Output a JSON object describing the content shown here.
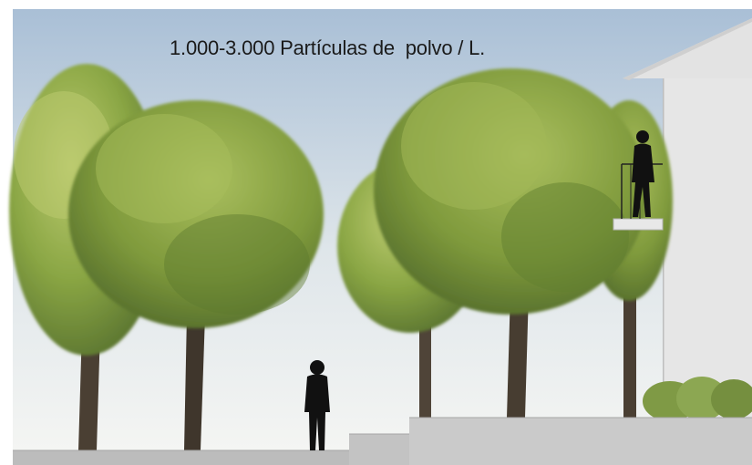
{
  "scene": {
    "caption": "1.000-3.000 Partículas de  polvo / L.",
    "colors": {
      "sky_top": "#a9bfd6",
      "sky_bottom": "#f4f5f3",
      "foliage_dark": "#5f7a2e",
      "foliage_mid": "#8aa644",
      "foliage_light": "#b8c96b",
      "trunk": "#4a3f33",
      "ground": "#bcbcbc",
      "building": "#e3e3e3",
      "silhouette": "#111111",
      "shrub": "#7f9a45"
    },
    "elements": {
      "trees": [
        "tree",
        "tree",
        "tree",
        "tree",
        "tree"
      ],
      "people": [
        "person-standing",
        "person-on-balcony"
      ],
      "building": "building-with-balcony",
      "ground": "stepped-sidewalk",
      "shrub": "shrub"
    }
  }
}
